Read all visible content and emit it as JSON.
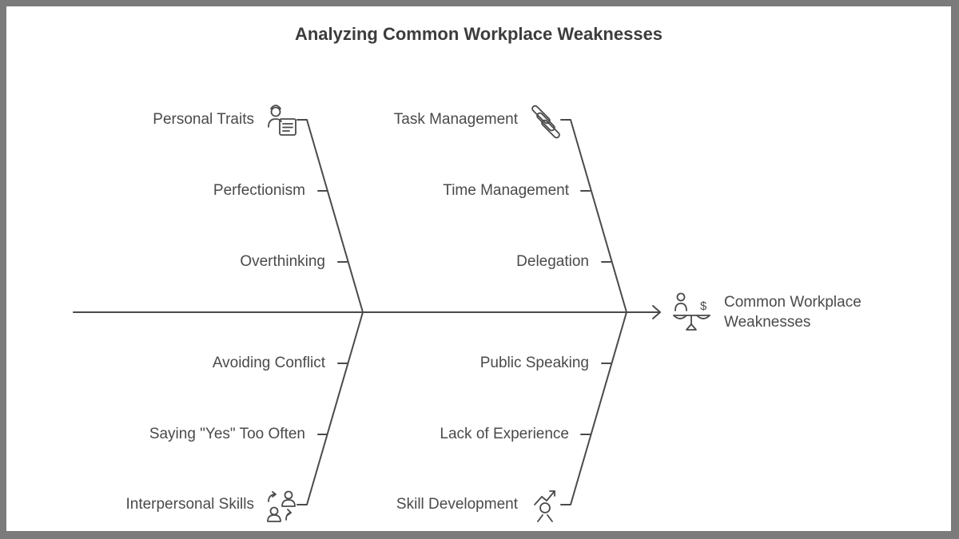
{
  "title": "Analyzing Common Workplace Weaknesses",
  "effect": {
    "line1": "Common Workplace",
    "line2": "Weaknesses",
    "icon": "balance-scale-person-dollar-icon"
  },
  "categories": {
    "top_left": {
      "label": "Personal Traits",
      "icon": "person-document-icon",
      "causes": [
        "Perfectionism",
        "Overthinking"
      ]
    },
    "top_right": {
      "label": "Task Management",
      "icon": "tasks-pencils-icon",
      "causes": [
        "Time Management",
        "Delegation"
      ]
    },
    "bottom_left": {
      "label": "Interpersonal Skills",
      "icon": "people-exchange-icon",
      "causes": [
        "Avoiding Conflict",
        "Saying \"Yes\" Too Often"
      ]
    },
    "bottom_right": {
      "label": "Skill Development",
      "icon": "person-growth-arrow-icon",
      "causes": [
        "Public Speaking",
        "Lack of Experience"
      ]
    }
  },
  "colors": {
    "line": "#4a4a4a",
    "text": "#4a4a4a",
    "frame": "#7b7b7b"
  }
}
